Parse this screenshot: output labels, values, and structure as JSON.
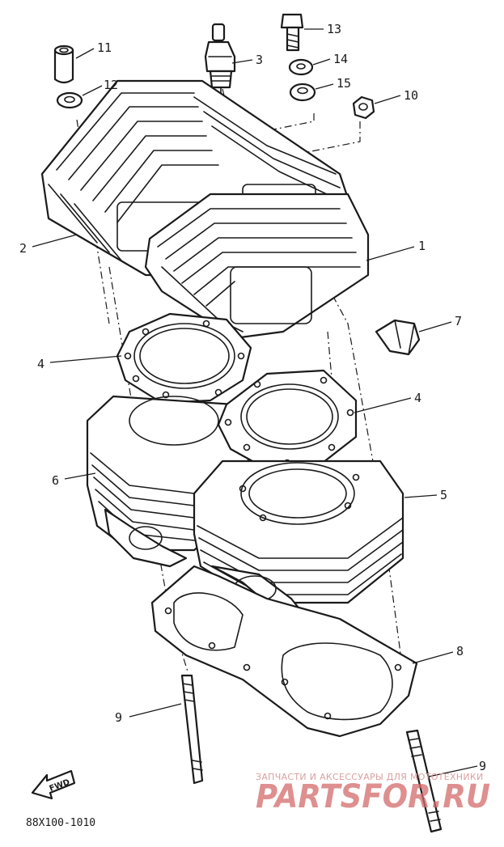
{
  "callouts": {
    "c1": "1",
    "c2": "2",
    "c3": "3",
    "c4a": "4",
    "c4b": "4",
    "c5": "5",
    "c6": "6",
    "c7": "7",
    "c8": "8",
    "c9a": "9",
    "c9b": "9",
    "c10": "10",
    "c11": "11",
    "c12": "12",
    "c13": "13",
    "c14": "14",
    "c15": "15"
  },
  "fwd_label": "FWD",
  "diagram_code": "88X100-1010",
  "watermark": {
    "tagline": "ЗАПЧАСТИ И АКСЕССУАРЫ ДЛЯ МОТОТЕХНИКИ",
    "logo": "PARTSFOR.RU"
  },
  "colors": {
    "line": "#1a1a1a",
    "background": "#ffffff",
    "watermark": "#d46a6a"
  }
}
